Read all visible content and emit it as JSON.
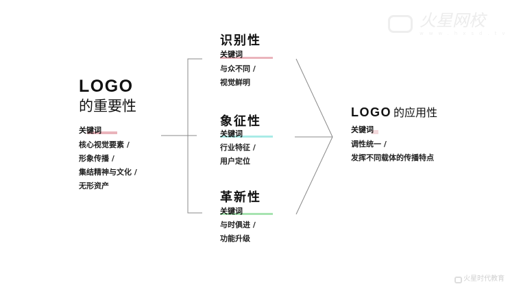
{
  "left": {
    "logo": "LOGO",
    "subtitle": "的重要性",
    "keyword_label": "关键词",
    "items": [
      "核心视觉要素 /",
      "形象传播 /",
      "集结精神与文化 /",
      "无形资产"
    ]
  },
  "middle": [
    {
      "title": "识别性",
      "keyword_label": "关键词",
      "items": [
        "与众不同 /",
        "视觉鲜明"
      ],
      "color": "#eab4bb"
    },
    {
      "title": "象征性",
      "keyword_label": "关键词",
      "items": [
        "行业特征 /",
        "用户定位"
      ],
      "color": "#a8ebe6"
    },
    {
      "title": "革新性",
      "keyword_label": "关键词",
      "items": [
        "与时俱进 /",
        "功能升级"
      ],
      "color": "#a6e3b0"
    }
  ],
  "right": {
    "logo": "LOGO",
    "subtitle": "的应用性",
    "keyword_label": "关键词",
    "items": [
      "调性统一 /",
      "发挥不同载体的传播特点"
    ]
  },
  "watermark": {
    "top": "火星网校",
    "top_url": "www.hxsd.tv",
    "bottom": "火星时代教育"
  }
}
